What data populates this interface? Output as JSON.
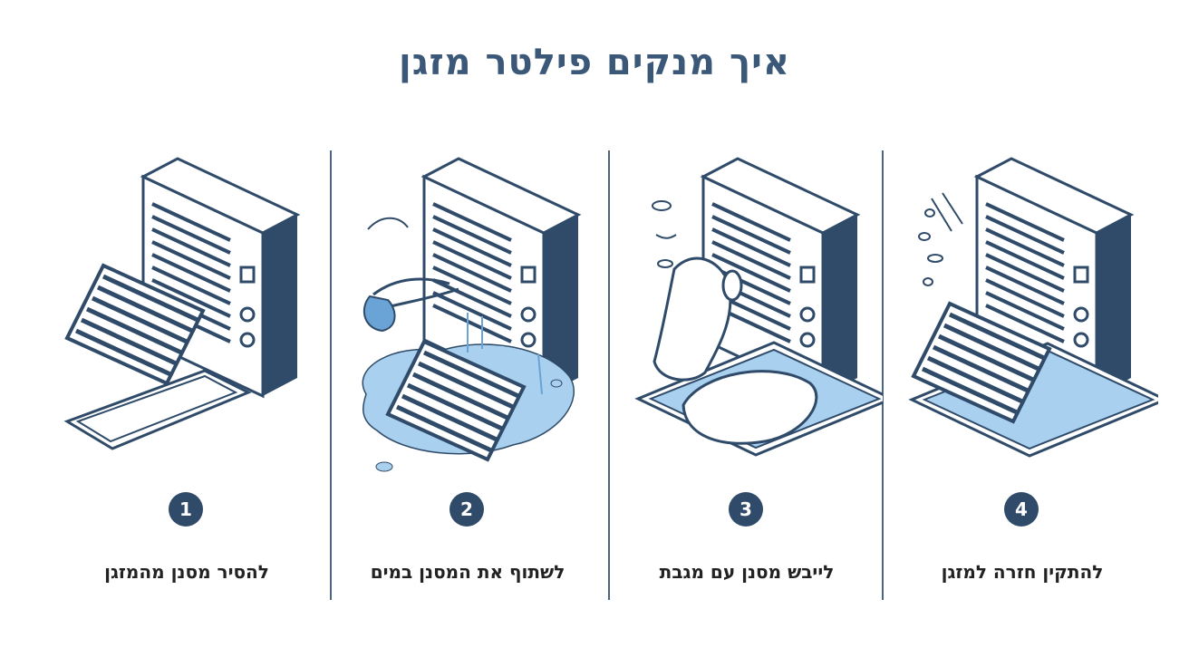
{
  "title": "איך מנקים פילטר מזגן",
  "steps": [
    {
      "number": "1",
      "label": "להסיר מסנן מהמזגן"
    },
    {
      "number": "2",
      "label": "לשתוף את המסנן במים"
    },
    {
      "number": "3",
      "label": "לייבש מסנן עם מגבת"
    },
    {
      "number": "4",
      "label": "להתקין חזרה למזגן"
    }
  ],
  "colors": {
    "title": "#3b5878",
    "badge": "#2f4b69",
    "outline": "#2f4b69",
    "water": "#a9d0ee"
  }
}
